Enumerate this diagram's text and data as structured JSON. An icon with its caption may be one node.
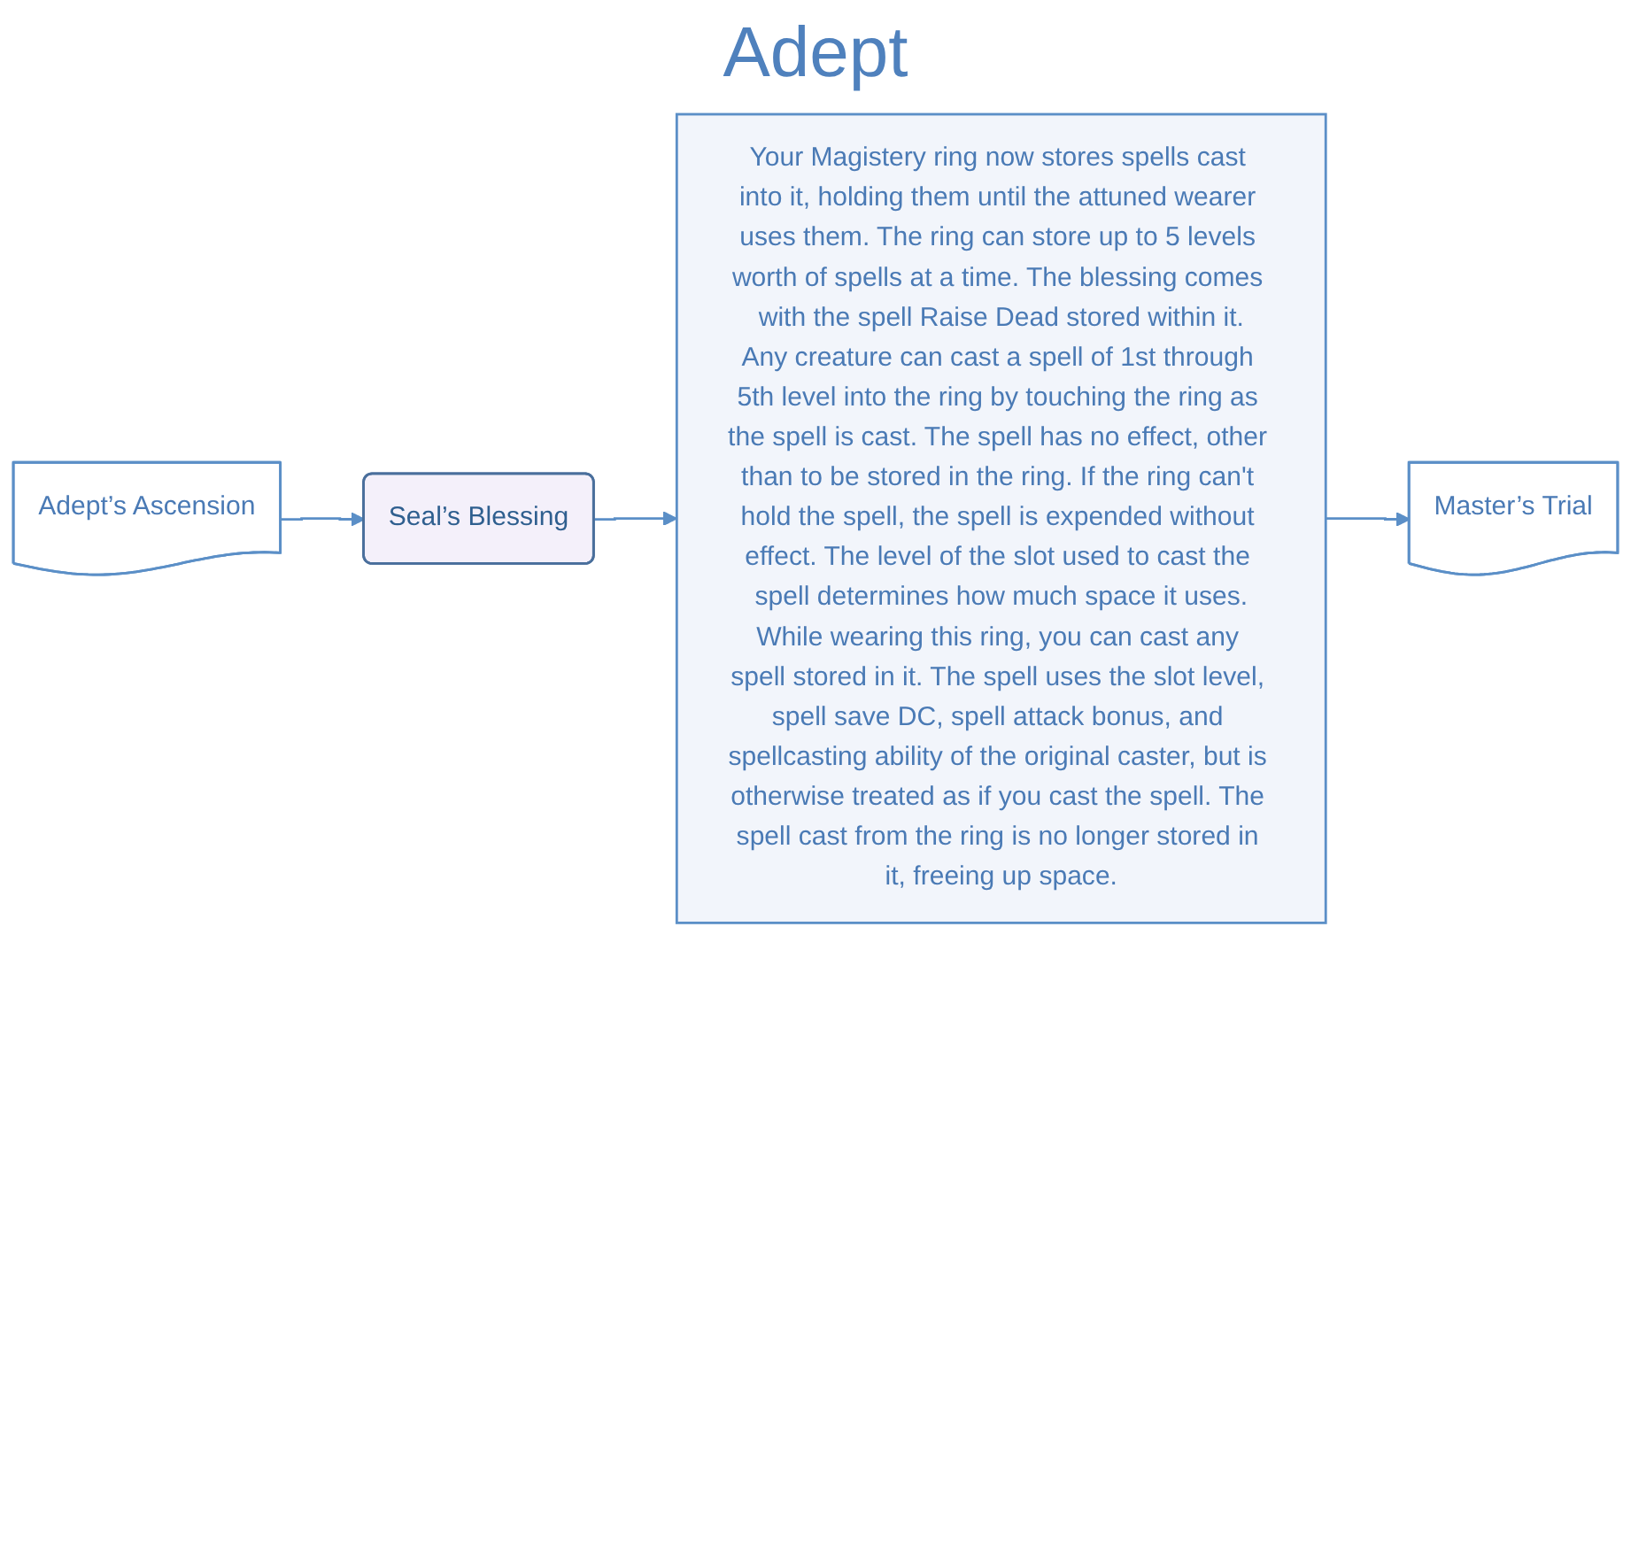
{
  "diagram": {
    "title": "Adept",
    "nodes": [
      {
        "text": [
          "Adept’s Ascension"
        ]
      },
      {
        "text": [
          "Seal’s Blessing"
        ]
      },
      {
        "text": [
          "Your Magistery ring now stores spells cast into it, holding them until the attuned wearer uses them. The ring can store up to 5 levels worth of spells at a time. The blessing comes with the spell Raise Dead stored within it.",
          "Any creature can cast a spell of 1st through 5th level into the ring by touching the ring as the spell is cast. The spell has no effect, other than to be stored in the ring. If the ring can't hold the spell, the spell is expended without effect. The level of the slot used to cast the spell determines how much space it uses.",
          "While wearing this ring, you can cast any spell stored in it. The spell uses the slot level, spell save DC, spell attack bonus, and spellcasting ability of the original caster, but is otherwise treated as if you cast the spell. The spell cast from the ring is no longer stored in it, freeing up space."
        ]
      },
      {
        "text": [
          "Master’s Trial"
        ]
      }
    ],
    "edges": [
      {
        "from": 0,
        "to": 1,
        "arrow": "to"
      },
      {
        "from": 1,
        "to": 2,
        "arrow": "to"
      },
      {
        "from": 2,
        "to": 3,
        "arrow": "to"
      }
    ]
  }
}
